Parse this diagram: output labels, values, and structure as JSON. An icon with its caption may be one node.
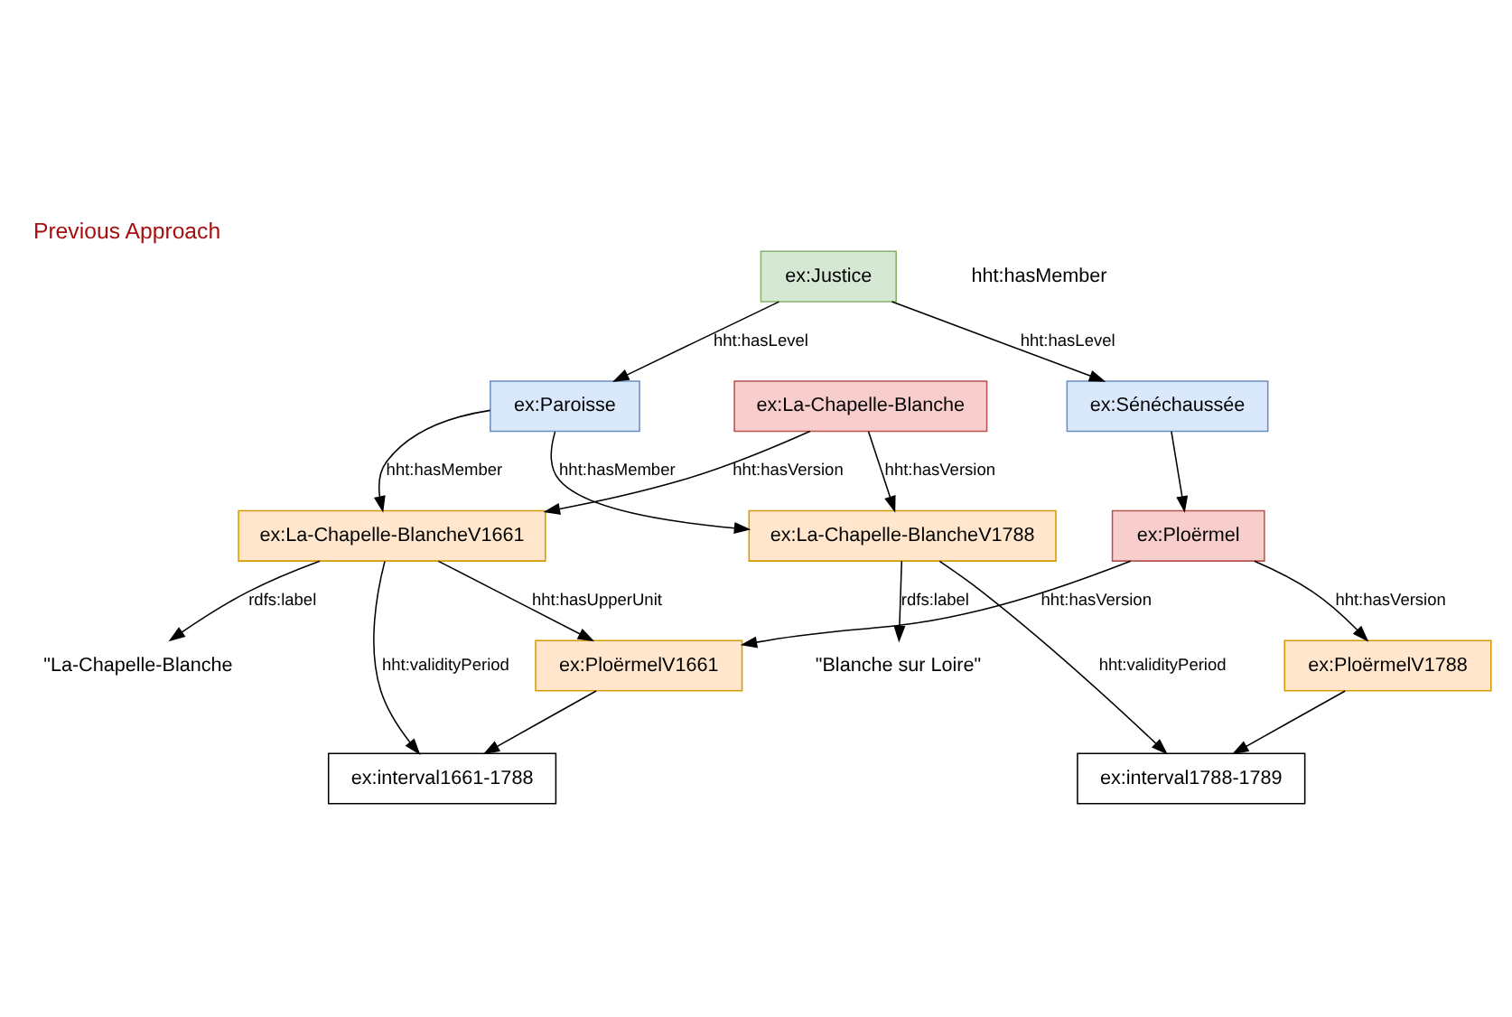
{
  "diagram": {
    "title": "Previous Approach",
    "nodes": [
      {
        "text": [
          "ex:Ploërmel"
        ]
      },
      {
        "text": [
          "ex:Sénéchaussée"
        ]
      },
      {
        "text": [
          "ex:PloërmelV1661"
        ]
      },
      {
        "text": [
          "ex:PloërmelV1788"
        ]
      },
      {
        "text": [
          "ex:La-Chapelle-Blanche"
        ]
      },
      {
        "text": [
          "\"Blanche sur Loire\""
        ]
      },
      {
        "text": [
          "ex:La-Chapelle-BlancheV1661"
        ]
      },
      {
        "text": [
          "ex:La-Chapelle-BlancheV1788"
        ]
      },
      {
        "text": [
          "ex:interval1788-1789"
        ]
      },
      {
        "text": [
          "\"La-Chapelle-Blanche"
        ]
      },
      {
        "text": [
          "ex:Paroisse"
        ]
      },
      {
        "text": [
          "ex:interval1661-1788"
        ]
      },
      {
        "text": [
          "ex:Justice"
        ]
      }
    ],
    "edges": [
      {
        "from": 1,
        "to": 0,
        "arrow": "to"
      },
      {
        "from": 0,
        "to": 2,
        "arrow": "to",
        "label": "hht:hasVersion"
      },
      {
        "from": 0,
        "to": 3,
        "arrow": "to",
        "label": "hht:hasVersion"
      },
      {
        "from": 3,
        "to": 8,
        "arrow": "to"
      },
      {
        "from": 2,
        "to": 11,
        "arrow": "to"
      },
      {
        "from": 6,
        "to": 2,
        "arrow": "to",
        "label": "hht:hasUpperUnit"
      },
      {
        "from": 4,
        "to": 6,
        "arrow": "to",
        "label": "hht:hasVersion"
      },
      {
        "from": 4,
        "to": 7,
        "arrow": "to",
        "label": "hht:hasVersion"
      },
      {
        "from": 7,
        "to": 5,
        "arrow": "to",
        "label": "rdfs:label"
      },
      {
        "from": 7,
        "to": 8,
        "arrow": "to",
        "label": "hht:validityPeriod"
      },
      {
        "from": 6,
        "to": 9,
        "arrow": "to",
        "label": "rdfs:label"
      },
      {
        "from": 6,
        "to": 11,
        "arrow": "to",
        "label": "hht:validityPeriod"
      },
      {
        "from": 10,
        "to": 6,
        "arrow": "to",
        "label": "hht:hasMember"
      },
      {
        "from": 10,
        "to": 7,
        "arrow": "to",
        "label": "hht:hasMember"
      },
      {
        "from": 12,
        "to": 10,
        "arrow": "to",
        "label": "hht:hasLevel"
      },
      {
        "from": 12,
        "to": 1,
        "arrow": "to",
        "label": "hht:hasLevel"
      }
    ],
    "labels": [
      "hht:hasMember"
    ]
  }
}
